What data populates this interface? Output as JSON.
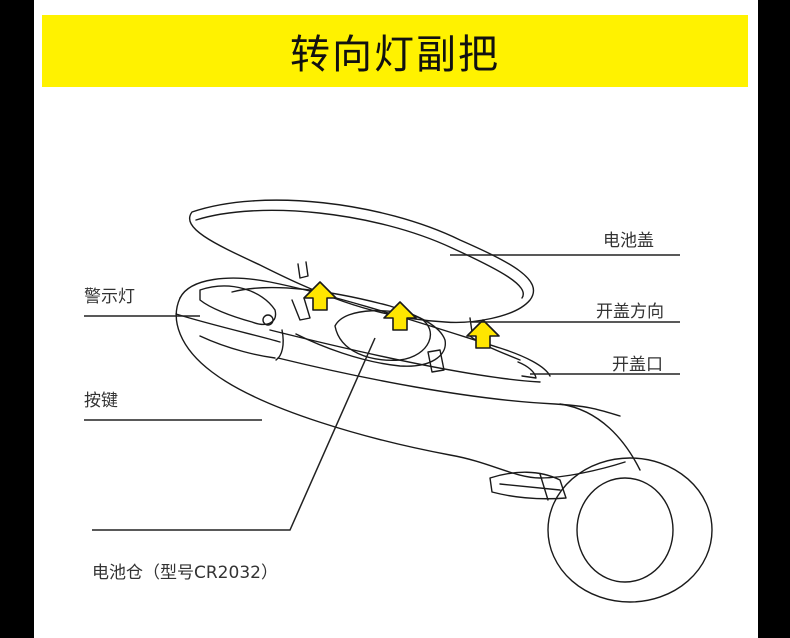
{
  "title": "转向灯副把",
  "labels": {
    "battery_cover": "电池盖",
    "open_direction": "开盖方向",
    "open_slot": "开盖口",
    "warning_light": "警示灯",
    "button": "按键",
    "battery_compartment": "电池仓（型号CR2032）"
  },
  "colors": {
    "banner": "#fff200",
    "arrow": "#ffe600",
    "line": "#1a1a1a",
    "background": "#000000",
    "panel": "#ffffff"
  }
}
